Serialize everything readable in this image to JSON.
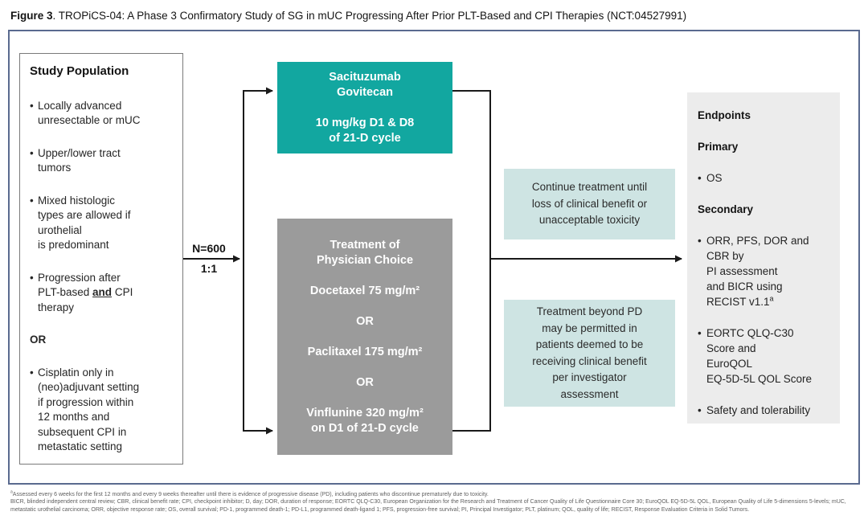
{
  "figure": {
    "caption_label": "Figure 3",
    "caption_rest": ". TROPiCS-04: A Phase 3 Confirmatory Study of SG in mUC Progressing After Prior PLT-Based and CPI Therapies (NCT:04527991)"
  },
  "study_population": {
    "title": "Study Population",
    "bullet_glyph": "•",
    "item1": "Locally advanced\nunresectable or mUC",
    "item2": "Upper/lower tract\ntumors",
    "item3": "Mixed histologic\ntypes are allowed if\nurothelial\nis predominant",
    "item4_pre": "Progression after\nPLT-based ",
    "item4_and": "and",
    "item4_post": " CPI\ntherapy",
    "or_label": "OR",
    "item5": "Cisplatin only in\n(neo)adjuvant setting\nif progression within\n12 months and\nsubsequent CPI in\nmetastatic setting"
  },
  "randomization": {
    "n_label": "N=600",
    "ratio_label": "1:1"
  },
  "arms": {
    "sacituzumab": "Sacituzumab\nGovitecan\n\n10 mg/kg D1 & D8\nof 21-D cycle",
    "tpc": "Treatment of\nPhysician Choice\n\nDocetaxel 75 mg/m²\n\nOR\n\nPaclitaxel 175 mg/m²\n\nOR\n\nVinflunine 320 mg/m²\non D1 of 21-D cycle"
  },
  "notes": {
    "continue_treatment": "Continue treatment until\nloss of clinical benefit or\nunacceptable toxicity",
    "beyond_pd": "Treatment beyond PD\nmay be permitted in\npatients deemed to be\nreceiving clinical benefit\nper investigator\nassessment"
  },
  "endpoints": {
    "title": "Endpoints",
    "primary_label": "Primary",
    "primary_item1": "OS",
    "secondary_label": "Secondary",
    "secondary_item1_main": "ORR, PFS, DOR and\nCBR by\nPI assessment\nand BICR using\nRECIST v1.1",
    "secondary_item1_sup": "a",
    "secondary_item2": "EORTC QLQ-C30\nScore and\nEuroQOL\nEQ-5D-5L QOL Score",
    "secondary_item3": "Safety and tolerability",
    "bullet_glyph": "•"
  },
  "footnotes": {
    "note_sup": "a",
    "note_text": "Assessed every 6 weeks for the first 12 months and every 9 weeks thereafter until there is evidence of progressive disease (PD), including patients who discontinue prematurely due to toxicity.",
    "abbreviations": "BICR, blinded independent central review; CBR, clinical benefit rate; CPI, checkpoint inhibitor; D, day; DOR, duration of response; EORTC QLQ-C30, European Organization for the Research and Treatment of Cancer Quality of Life Questionnaire Core 30; EuroQOL EQ-5D-5L QOL, European Quality of Life 5-dimensions 5-levels; mUC, metastatic urothelial carcinoma; ORR, objective response rate; OS, overall survival; PD-1, programmed death-1; PD-L1, programmed death-ligand 1; PFS, progression-free survival; PI, Principal Investigator; PLT, platinum; QOL, quality of life; RECIST, Response Evaluation Criteria in Solid Tumors."
  },
  "colors": {
    "teal_arm": "#12a7a0",
    "gray_arm": "#9b9b9b",
    "light_teal_note": "#cee4e3",
    "endpoints_bg": "#ececec",
    "frame_border": "#5a6a8f",
    "line_black": "#1a1a1a"
  }
}
